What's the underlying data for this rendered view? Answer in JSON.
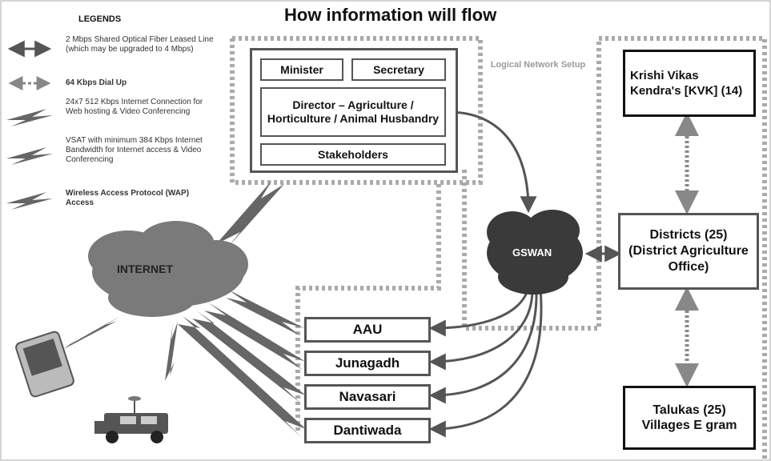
{
  "title": "How information will flow",
  "legends": {
    "heading": "LEGENDS",
    "items": [
      {
        "icon": "double-arrow-icon",
        "text": "2 Mbps Shared Optical Fiber Leased Line (which may be upgraded to 4 Mbps)"
      },
      {
        "icon": "dashed-double-arrow-icon",
        "text": "64 Kbps Dial Up"
      },
      {
        "icon": "lightning-bolt-icon",
        "text": "24x7 512 Kbps Internet Connection for Web hosting & Video Conferencing"
      },
      {
        "icon": "lightning-bolt-icon",
        "text": "VSAT with minimum 384 Kbps Internet Bandwidth for Internet access & Video Conferencing"
      },
      {
        "icon": "lightning-bolt-icon",
        "text": "Wireless Access Protocol (WAP) Access"
      }
    ]
  },
  "logical_network": "Logical Network Setup",
  "top_group": {
    "minister": "Minister",
    "secretary": "Secretary",
    "director": "Director – Agriculture / Horticulture / Animal Husbandry",
    "stakeholders": "Stakeholders"
  },
  "internet": "INTERNET",
  "gswan": "GSWAN",
  "universities": [
    "AAU",
    "Junagadh",
    "Navasari",
    "Dantiwada"
  ],
  "kvk": "Krishi Vikas Kendra's [KVK] (14)",
  "districts": "Districts (25) (District Agriculture Office)",
  "talukas": "Talukas (25) Villages E gram",
  "colors": {
    "line": "#555555",
    "dotted": "#999999",
    "cloud": "#777777",
    "gswan": "#333333"
  }
}
